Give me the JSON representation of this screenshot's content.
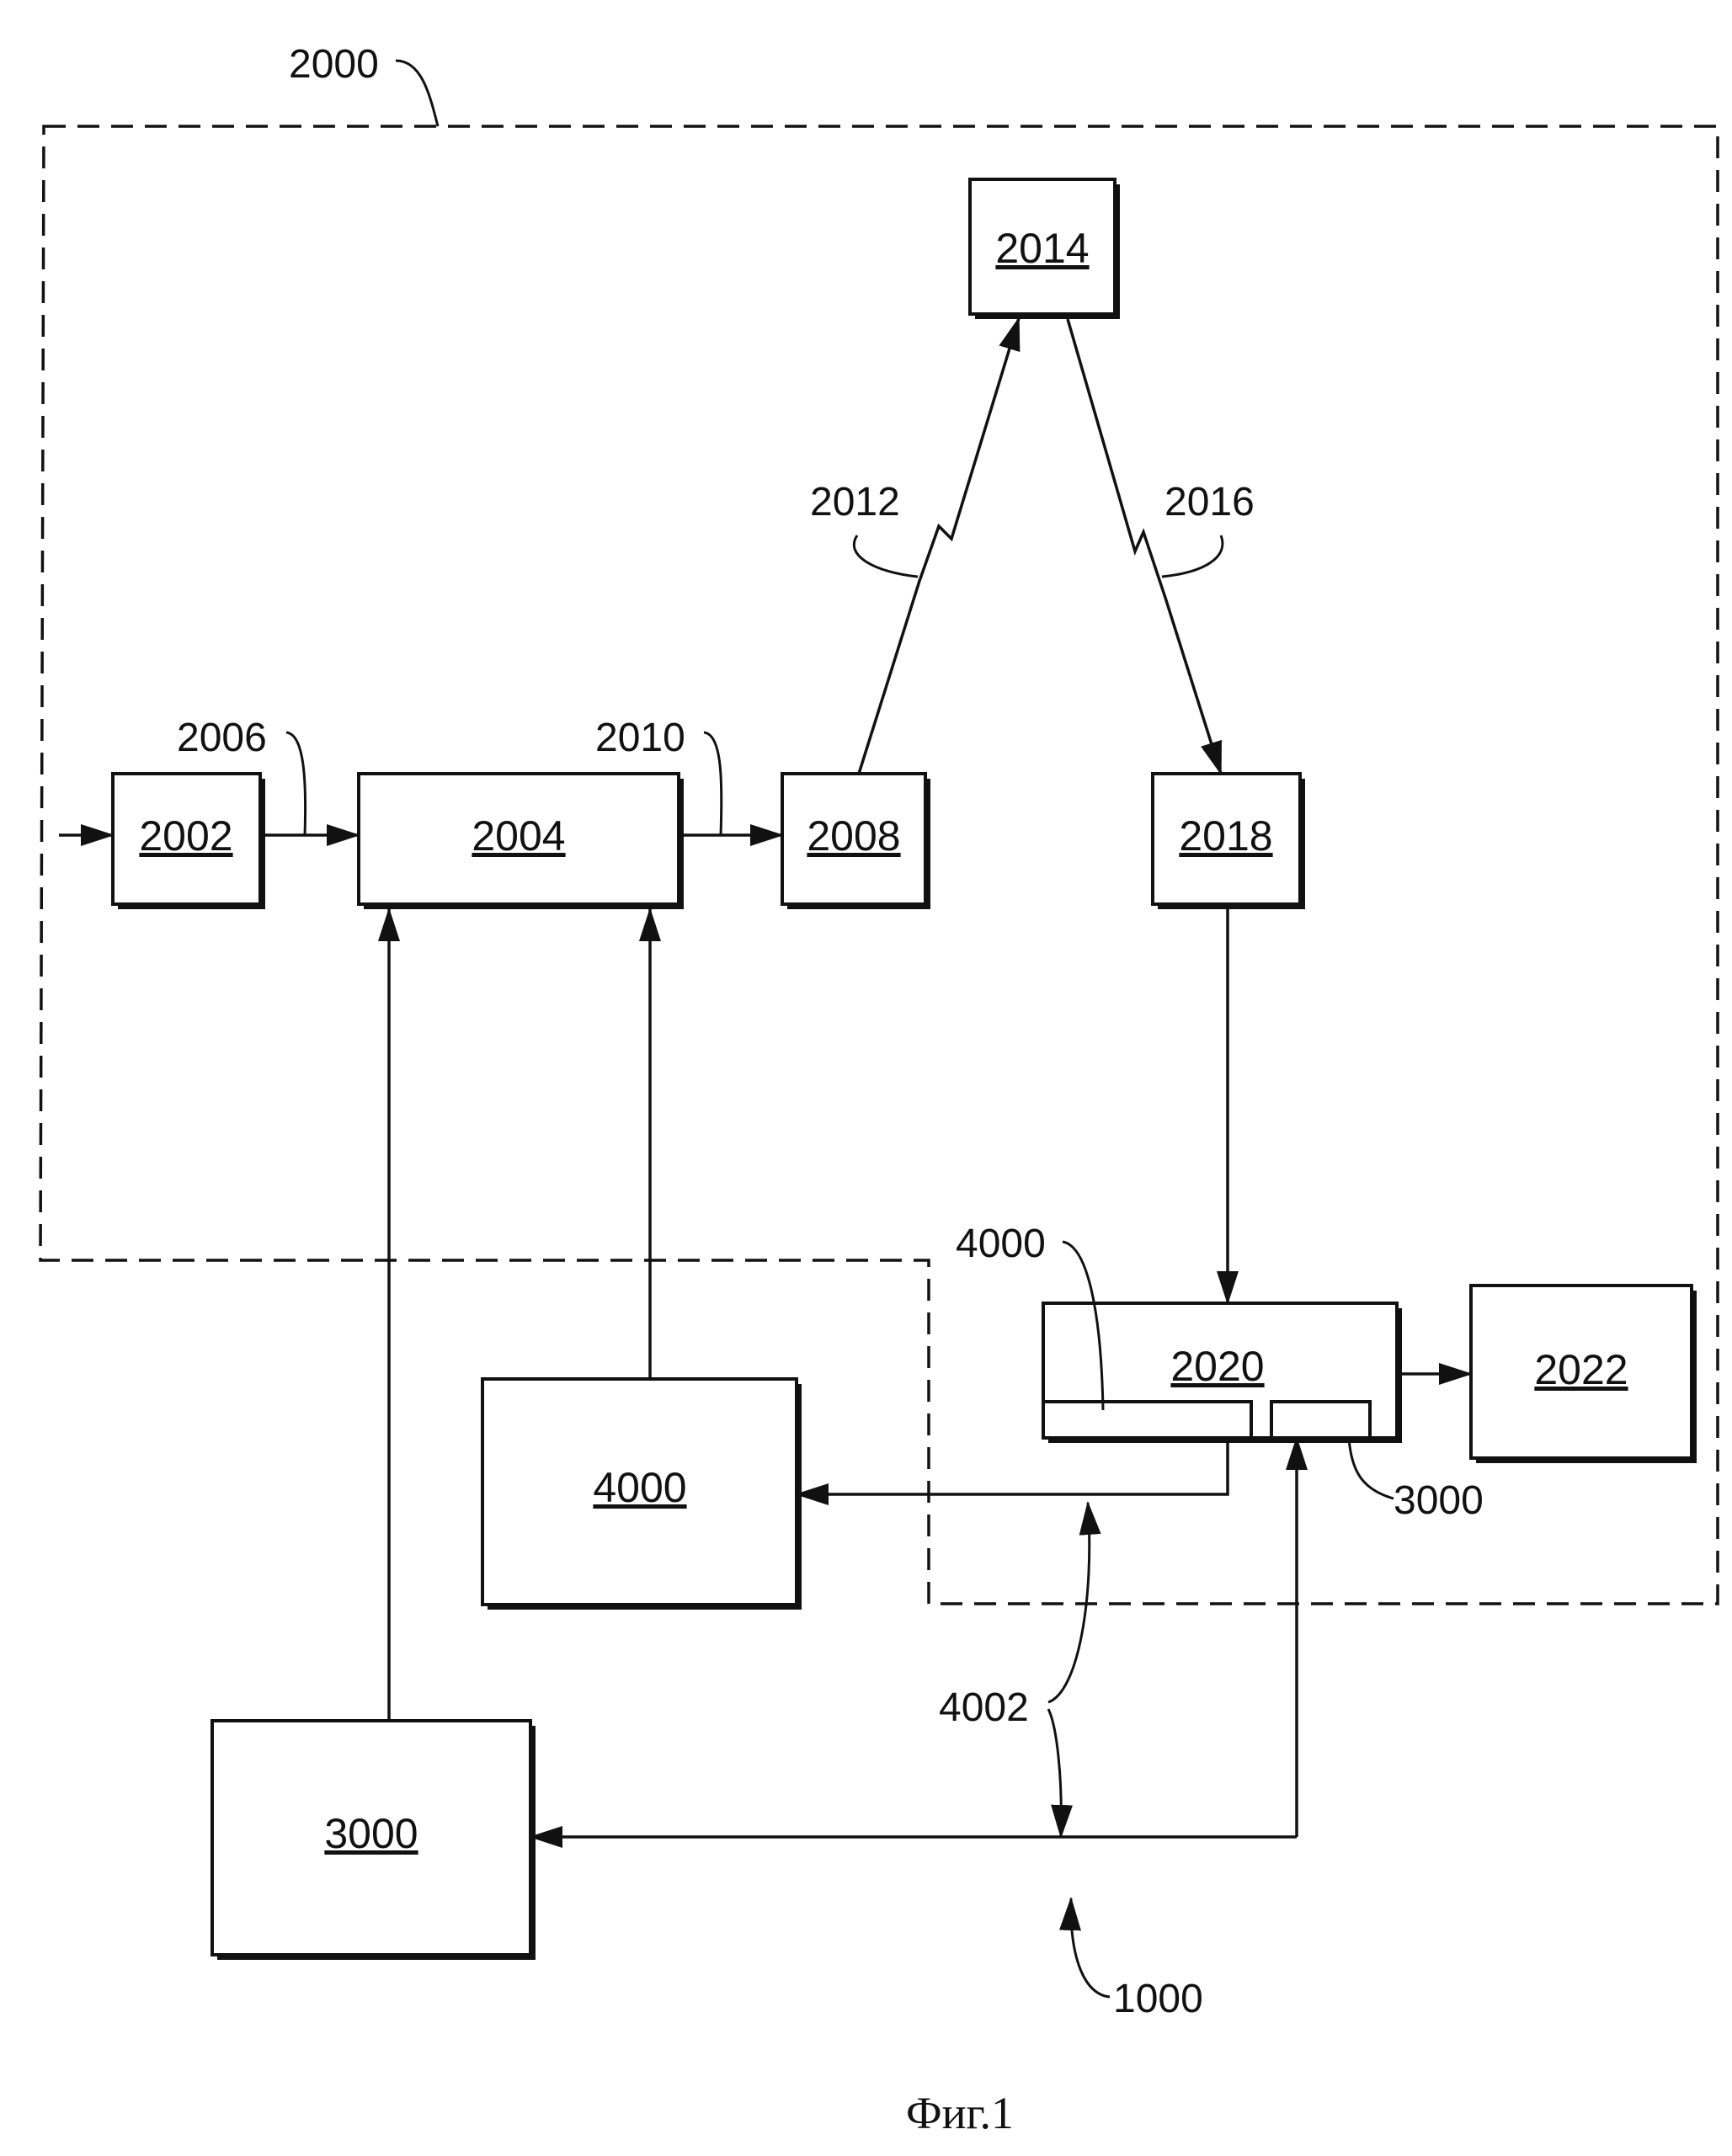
{
  "boxes": {
    "b2002": "2002",
    "b2004": "2004",
    "b2008": "2008",
    "b2014": "2014",
    "b2018": "2018",
    "b2020": "2020",
    "b2022": "2022",
    "b4000": "4000",
    "b3000": "3000"
  },
  "labels": {
    "l2000": "2000",
    "l2006": "2006",
    "l2010": "2010",
    "l2012": "2012",
    "l2016": "2016",
    "l4000": "4000",
    "l3000": "3000",
    "l4002": "4002",
    "l1000": "1000"
  },
  "caption": "Фиг.1"
}
